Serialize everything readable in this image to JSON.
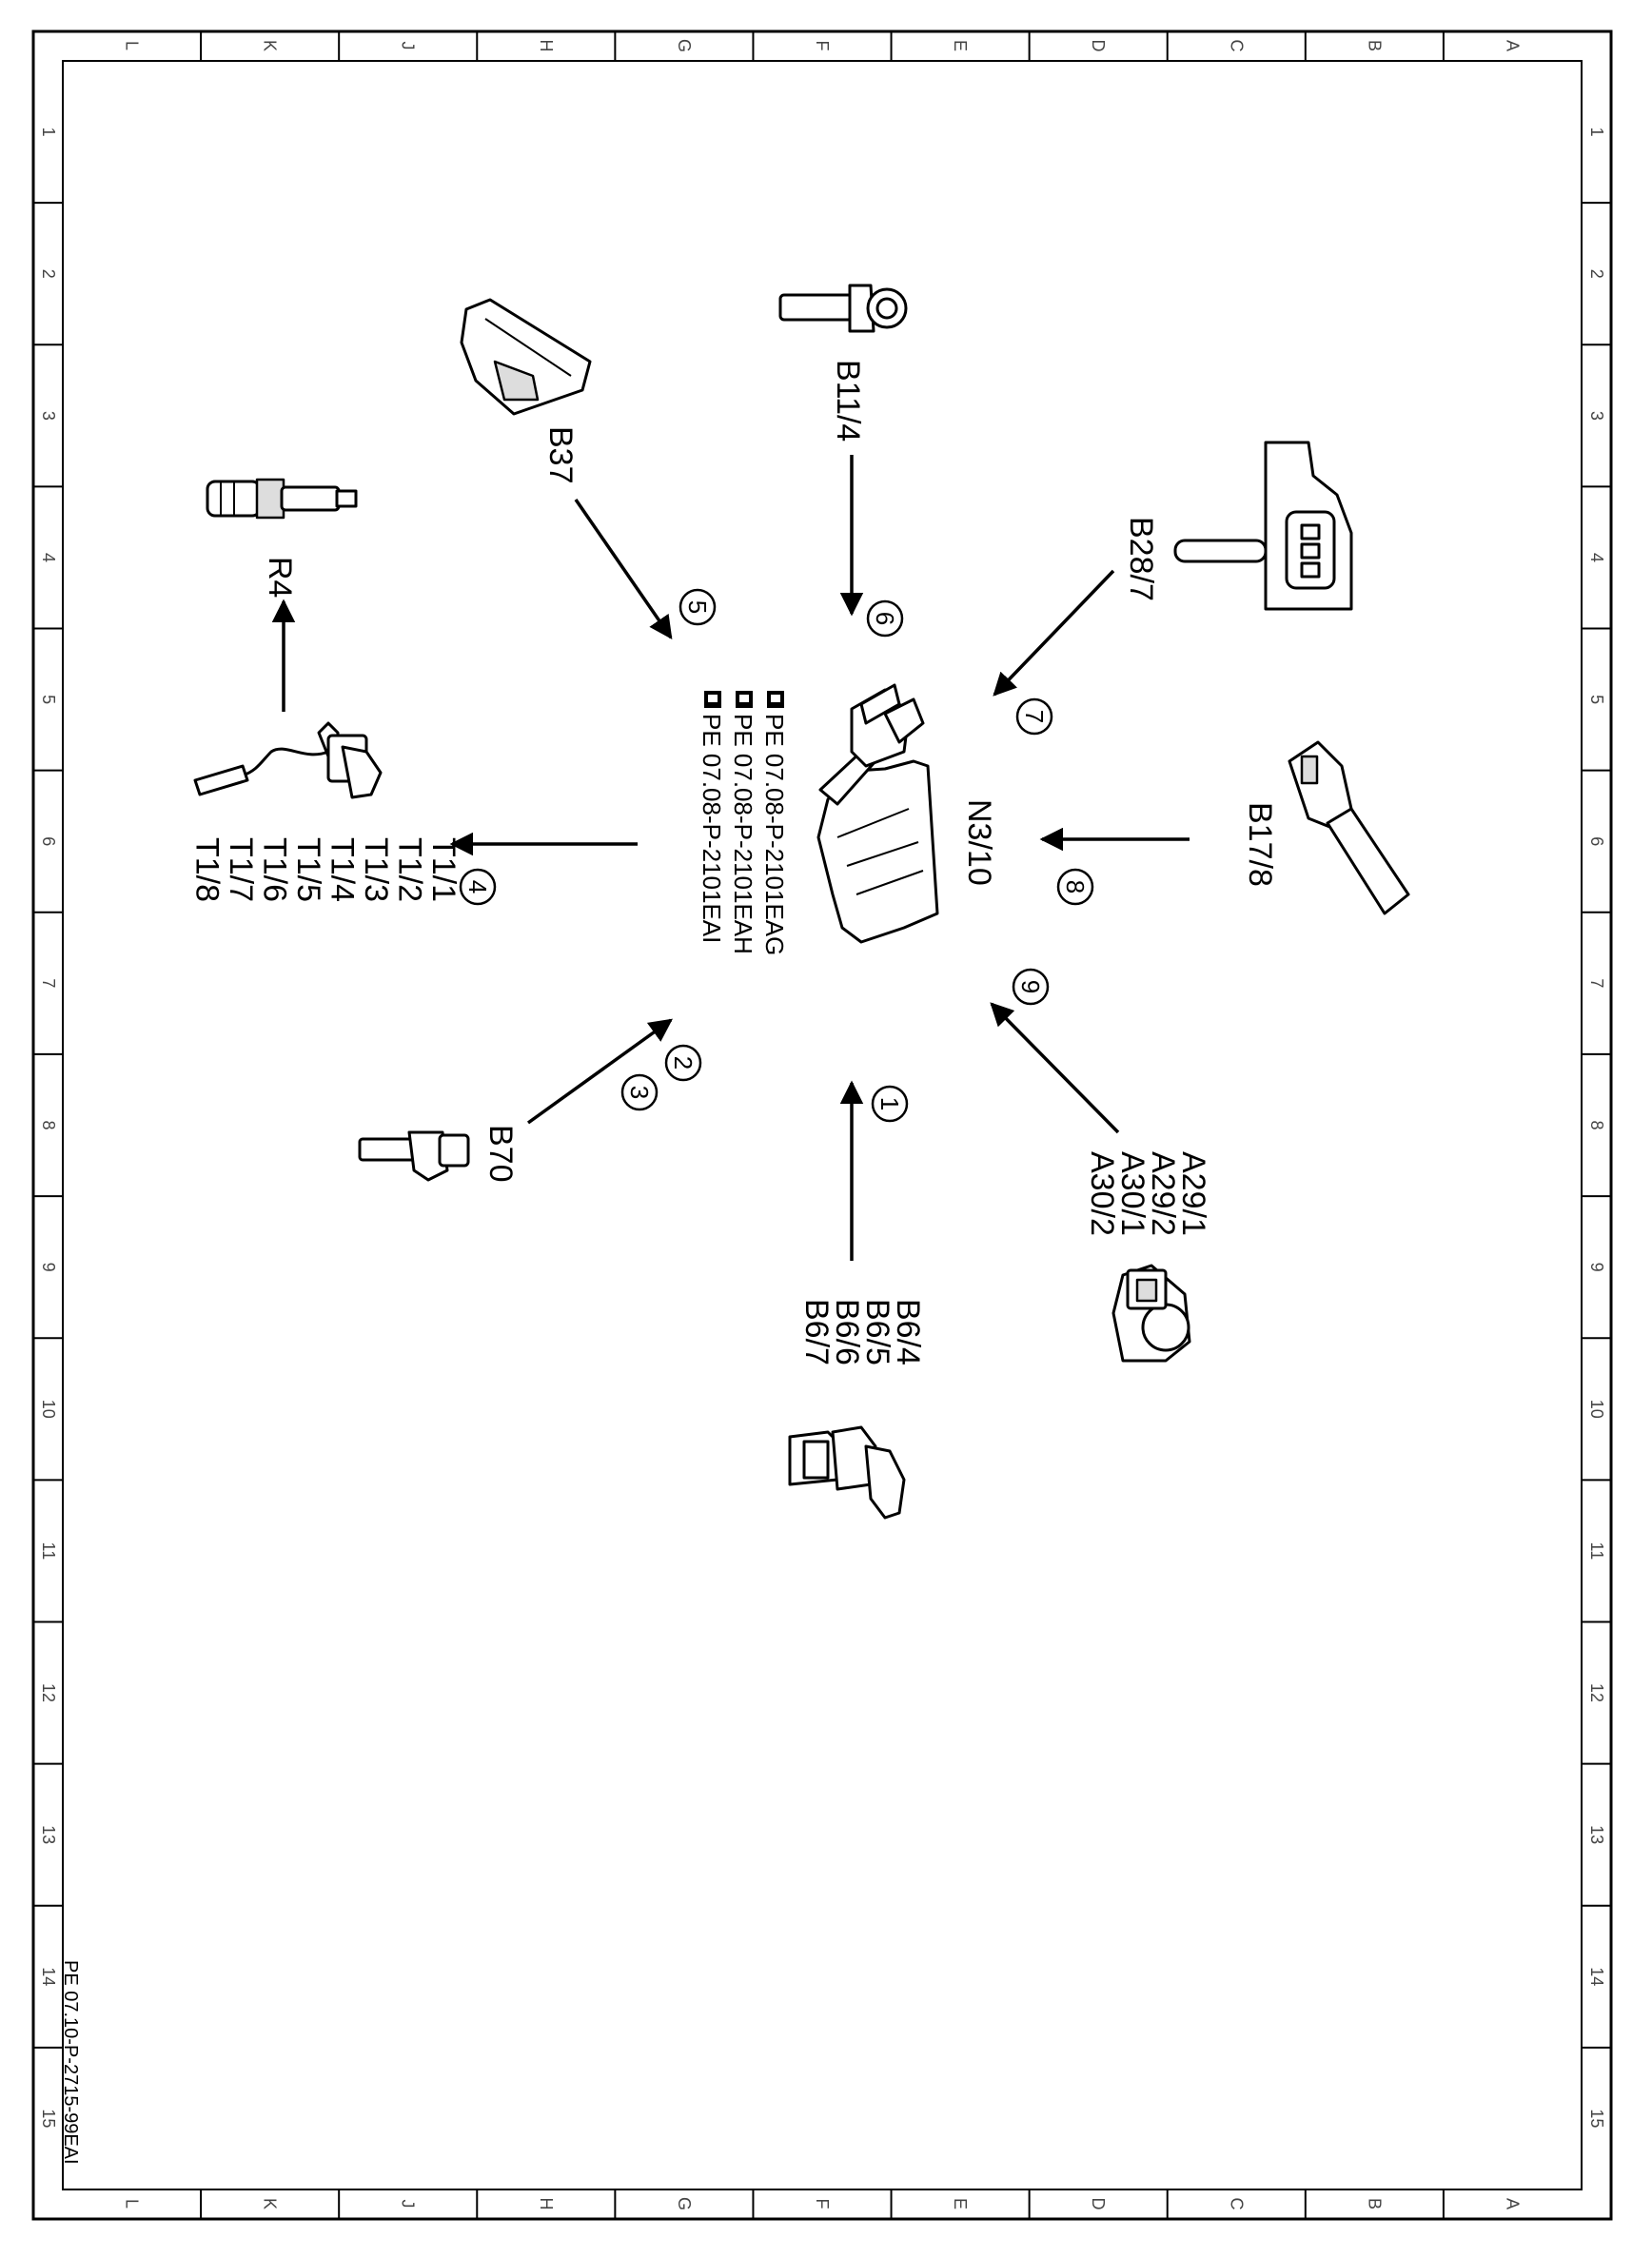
{
  "grid": {
    "letters": [
      "L",
      "K",
      "J",
      "H",
      "G",
      "F",
      "E",
      "D",
      "C",
      "B",
      "A"
    ],
    "numbers": [
      "1",
      "2",
      "3",
      "4",
      "5",
      "6",
      "7",
      "8",
      "9",
      "10",
      "11",
      "12",
      "13",
      "14",
      "15"
    ]
  },
  "center": {
    "label": "N3/10",
    "refs": [
      "PE 07.08-P-2101EAG",
      "PE 07.08-P-2101EAH",
      "PE 07.08-P-2101EAI"
    ]
  },
  "components": {
    "b11_4": {
      "label": "B11/4",
      "marker": "6"
    },
    "b37": {
      "label": "B37",
      "marker": "5"
    },
    "b28_7": {
      "label": "B28/7",
      "marker": "7"
    },
    "b17_8": {
      "label": "B17/8",
      "marker": "8"
    },
    "a29": {
      "labels": [
        "A29/1",
        "A29/2",
        "A30/1",
        "A30/2"
      ],
      "marker": "9"
    },
    "b6": {
      "labels": [
        "B6/4",
        "B6/5",
        "B6/6",
        "B6/7"
      ],
      "marker": "1"
    },
    "b70": {
      "label": "B70",
      "markers": [
        "2",
        "3"
      ]
    },
    "t1": {
      "labels": [
        "T1/1",
        "T1/2",
        "T1/3",
        "T1/4",
        "T1/5",
        "T1/6",
        "T1/7",
        "T1/8"
      ],
      "marker": "4"
    },
    "r4": {
      "label": "R4"
    }
  },
  "doc_id": "PE 07.10-P-2715-99EAI"
}
